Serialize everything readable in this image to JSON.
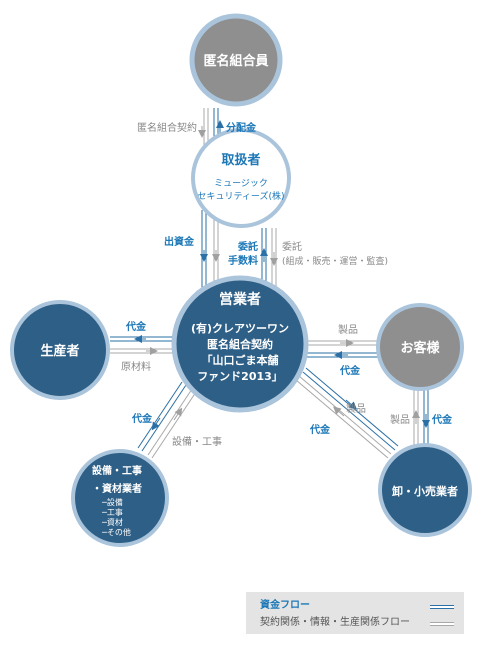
{
  "nodes": {
    "investor": "匿名組合員",
    "handler": {
      "title": "取扱者",
      "line1": "ミュージック",
      "line2": "セキュリティーズ(株)"
    },
    "operator": {
      "title": "営業者",
      "line1": "(有)クレアツーワン",
      "line2": "匿名組合契約",
      "line3": "「山口ごま本舗",
      "line4": "ファンド2013」"
    },
    "producer": "生産者",
    "customer": "お客様",
    "retailer": "卸・小売業者",
    "equipment": {
      "title": "設備・工事",
      "line1": "・資材業者",
      "sub": [
        "─設備",
        "─工事",
        "─資材",
        "─その他"
      ]
    }
  },
  "labels": {
    "investor_contract": "匿名組合契約",
    "distribution": "分配金",
    "investment": "出資金",
    "commission1": "委託",
    "commission2": "手数料",
    "consign1": "委託",
    "consign2": "(組成・販売・運営・監査)",
    "producer_payment": "代金",
    "raw_material": "原材料",
    "customer_product": "製品",
    "customer_payment": "代金",
    "equip_payment": "代金",
    "equip_flow": "設備・工事",
    "retail_product": "製品",
    "retail_payment": "代金",
    "vertical_product": "製品",
    "vertical_payment": "代金"
  },
  "legend": {
    "money_flow": "資金フロー",
    "contract_flow": "契約関係・情報・生産関係フロー"
  },
  "colors": {
    "blue_node": "#2e5f86",
    "gray_node": "#8f8f8f",
    "node_ring": "#aac4dc",
    "money_text": "#1d78b7",
    "contract_text": "#888888"
  }
}
